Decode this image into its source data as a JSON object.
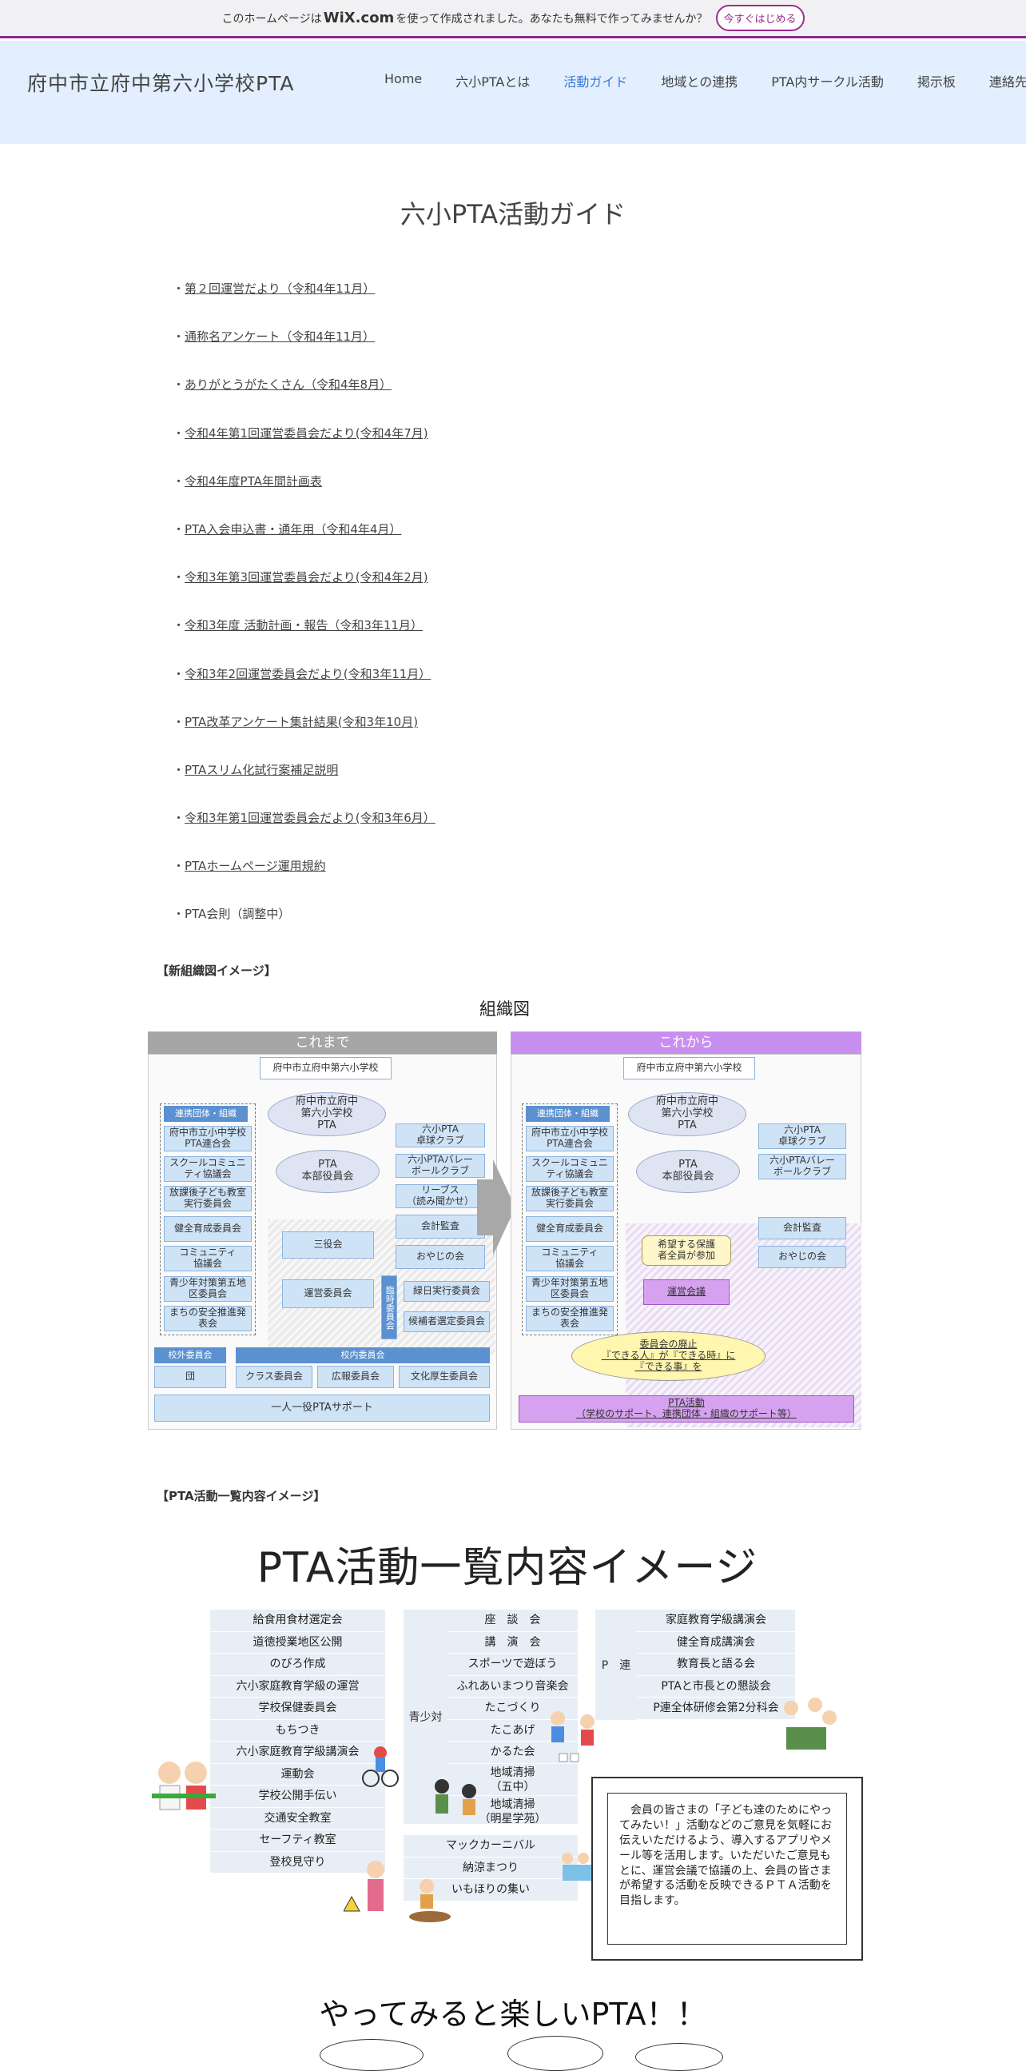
{
  "banner": {
    "prefix": "このホームページは",
    "wix": "WiX.com",
    "suffix": "を使って作成されました。あなたも無料で作ってみませんか？",
    "start_label": "今すぐはじめる"
  },
  "site_title": "府中市立府中第六小学校PTA",
  "nav": [
    "Home",
    "六小PTAとは",
    "活動ガイド",
    "地域との連携",
    "PTA内サークル活動",
    "掲示板",
    "連絡先"
  ],
  "page_title": "六小PTA活動ガイド",
  "links": [
    {
      "text": "第２回運営だより（令和4年11月）",
      "link": true
    },
    {
      "text": "通称名アンケート（令和4年11月）",
      "link": true
    },
    {
      "text": "ありがとうがたくさん（令和4年8月）",
      "link": true
    },
    {
      "text": "令和4年第1回運営委員会だより(令和4年7月)",
      "link": true
    },
    {
      "text": "令和4年度PTA年間計画表",
      "link": true
    },
    {
      "text": "PTA入会申込書・通年用（令和4年4月）",
      "link": true
    },
    {
      "text": "令和3年第3回運営委員会だより(令和4年2月)",
      "link": true
    },
    {
      "text": "令和3年度 活動計画・報告（令和3年11月）",
      "link": true
    },
    {
      "text": "令和3年2回運営委員会だより(令和3年11月）",
      "link": true
    },
    {
      "text": "PTA改革アンケート集計結果(令和3年10月)",
      "link": true
    },
    {
      "text": "PTAスリム化試行案補足説明",
      "link": true
    },
    {
      "text": "令和3年第1回運営委員会だより(令和3年6月）",
      "link": true
    },
    {
      "text": "PTAホームページ運用規約",
      "link": true
    },
    {
      "text": "PTA会則（調整中）",
      "link": false
    }
  ],
  "org_section_label": "【新組織図イメージ】",
  "org": {
    "title": "組織図",
    "before_label": "これまで",
    "after_label": "これから",
    "school": "府中市立府中第六小学校",
    "pta": "府中市立府中\n第六小学校\nPTA",
    "honbu": "PTA\n本部役員会",
    "renkei_tag": "連携団体・組織",
    "renkei": [
      "府中市立小中学校\nPTA連合会",
      "スクールコミュニ\nティ協議会",
      "放課後子ども教室\n実行委員会",
      "健全育成委員会",
      "コミュニティ\n協議会",
      "青少年対策第五地\n区委員会",
      "まちの安全推進発\n表会"
    ],
    "circles_before": [
      "六小PTA\n卓球クラブ",
      "六小PTAバレー\nボールクラブ",
      "リーブス\n（読み聞かせ）",
      "会計監査",
      "おやじの会"
    ],
    "sanyaku": "三役会",
    "unei": "運営委員会",
    "rinji": "臨時委員会",
    "rinji_items": [
      "緑日実行委員会",
      "候補者選定委員会"
    ],
    "kogai_tag": "校外委員会",
    "kogai_item": "団",
    "konai_tag": "校内委員会",
    "konai_items": [
      "クラス委員会",
      "広報委員会",
      "文化厚生委員会"
    ],
    "support_before": "一人一役PTAサポート",
    "circles_after": [
      "六小PTA\n卓球クラブ",
      "六小PTAバレー\nボールクラブ"
    ],
    "after_right": [
      "会計監査",
      "おやじの会"
    ],
    "note": "希望する保護\n者全員が参加",
    "unei_kaigi": "運営会議",
    "abolish": "委員会の廃止\n『できる人』が『できる時』に\n『できる事』を",
    "support_after": "PTA活動\n（学校のサポート、連携団体・組織のサポート等）"
  },
  "activity_section_label": "【PTA活動一覧内容イメージ】",
  "activity": {
    "title": "PTA活動一覧内容イメージ",
    "col1": [
      "給食用食材選定会",
      "道徳授業地区公開",
      "のびろ作成",
      "六小家庭教育学級の運営",
      "学校保健委員会",
      "もちつき",
      "六小家庭教育学級講演会",
      "運動会",
      "学校公開手伝い",
      "交通安全教室",
      "セーフティ教室",
      "登校見守り"
    ],
    "seishoutai_label": "青少対",
    "col2": [
      "座　談　会",
      "講　演　会",
      "スポーツで遊ぼう",
      "ふれあいまつり音楽会",
      "たこづくり",
      "たこあげ",
      "かるた会",
      "地域清掃\n（五中）",
      "地域清掃\n（明星学苑）"
    ],
    "col2b": [
      "マックカーニバル",
      "納涼まつり",
      "いもほりの集い"
    ],
    "pren_label": "P　連",
    "col3": [
      "家庭教育学級講演会",
      "健全育成講演会",
      "教育長と語る会",
      "PTAと市長との懇談会",
      "P連全体研修会第2分科会"
    ],
    "message": "　会員の皆さまの「子ども達のためにやってみたい！」活動などのご意見を気軽にお伝えいただけるよう、導入するアプリやメール等を活用します。いただいたご意見もとに、運営会議で協議の上、会員の皆さまが希望する活動を反映できるＰＴＡ活動を目指します。"
  },
  "fun_title": "やってみると楽しいPTA！！",
  "colors": {
    "accent": "#3a7bd5",
    "header_bg": "#e3efff",
    "banner_border": "#8c2b8c",
    "before": "#a6a6a6",
    "after": "#c98ff0"
  }
}
